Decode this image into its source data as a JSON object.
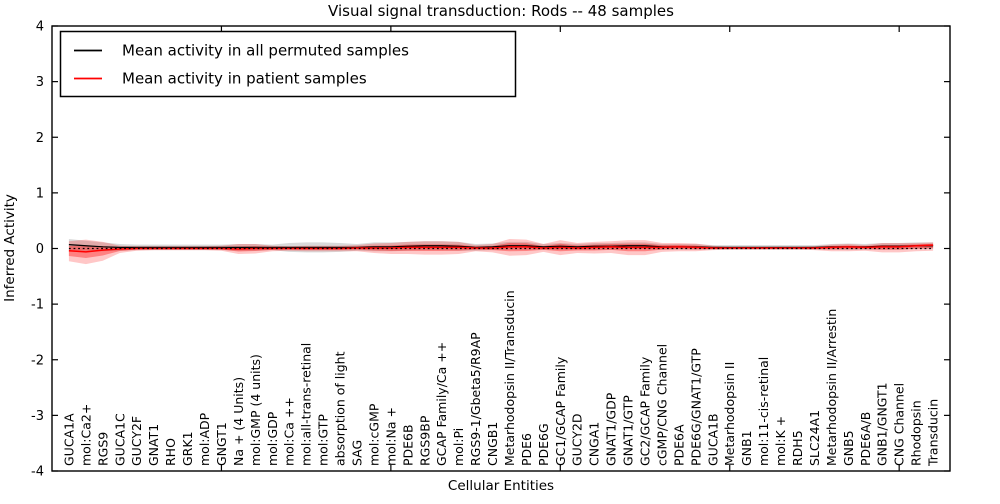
{
  "chart_data": {
    "type": "line",
    "title": "Visual signal transduction: Rods -- 48 samples",
    "xlabel": "Cellular Entities",
    "ylabel": "Inferred Activity",
    "ylim": [
      -4,
      4
    ],
    "yticks": [
      -4,
      -3,
      -2,
      -1,
      0,
      1,
      2,
      3,
      4
    ],
    "xlim": [
      0,
      53
    ],
    "xticks_unlabeled": [
      10,
      20,
      30,
      40,
      50
    ],
    "grid": false,
    "legend": {
      "position": "upper-left",
      "entries": [
        {
          "label": "Mean activity in all permuted samples",
          "color": "#000000"
        },
        {
          "label": "Mean activity in patient samples",
          "color": "#ff0000"
        }
      ]
    },
    "reference_line": {
      "y": 0,
      "style": "dotted",
      "color": "#000000"
    },
    "colors": {
      "permuted_line": "#000000",
      "patient_line": "#ff0000",
      "permuted_band": "rgba(128,128,128,0.30)",
      "patient_band_outer": "rgba(255,0,0,0.22)",
      "patient_band_inner": "rgba(255,0,0,0.35)"
    },
    "inner_band_scale": 0.5,
    "categories": [
      "GUCA1A",
      "mol:Ca2+",
      "RGS9",
      "GUCA1C",
      "GUCY2F",
      "GNAT1",
      "RHO",
      "GRK1",
      "mol:ADP",
      "GNGT1",
      "Na + (4 Units)",
      "mol:GMP (4 units)",
      "mol:GDP",
      "mol:Ca ++",
      "mol:all-trans-retinal",
      "mol:GTP",
      "absorption of light",
      "SAG",
      "mol:cGMP",
      "mol:Na +",
      "PDE6B",
      "RGS9BP",
      "GCAP Family/Ca ++",
      "mol:Pi",
      "RGS9-1/Gbeta5/R9AP",
      "CNGB1",
      "Metarhodopsin II/Transducin",
      "PDE6",
      "PDE6G",
      "GC1/GCAP Family",
      "GUCY2D",
      "CNGA1",
      "GNAT1/GDP",
      "GNAT1/GTP",
      "GC2/GCAP Family",
      "cGMP/CNG Channel",
      "PDE6A",
      "PDE6G/GNAT1/GTP",
      "GUCA1B",
      "Metarhodopsin II",
      "GNB1",
      "mol:11-cis-retinal",
      "mol:K +",
      "RDH5",
      "SLC24A1",
      "Metarhodopsin II/Arrestin",
      "GNB5",
      "PDE6A/B",
      "GNB1/GNGT1",
      "CNG Channel",
      "Rhodopsin",
      "Transducin"
    ],
    "series": [
      {
        "name": "Mean activity in all permuted samples",
        "color": "#000000",
        "values": [
          0.07,
          0.05,
          0.03,
          0.02,
          0.02,
          0.02,
          0.02,
          0.02,
          0.02,
          0.02,
          0.02,
          0.02,
          0.02,
          0.02,
          0.02,
          0.02,
          0.02,
          0.02,
          0.03,
          0.03,
          0.04,
          0.05,
          0.05,
          0.04,
          0.02,
          0.03,
          0.05,
          0.05,
          0.03,
          0.04,
          0.03,
          0.04,
          0.04,
          0.05,
          0.05,
          0.03,
          0.03,
          0.03,
          0.02,
          0.02,
          0.02,
          0.02,
          0.02,
          0.02,
          0.02,
          0.03,
          0.03,
          0.03,
          0.04,
          0.04,
          0.05,
          0.05
        ]
      },
      {
        "name": "Mean activity in patient samples",
        "color": "#ff0000",
        "values": [
          -0.04,
          -0.06,
          -0.03,
          -0.01,
          0.0,
          0.0,
          0.0,
          0.0,
          0.0,
          0.0,
          -0.01,
          0.0,
          0.0,
          0.0,
          0.0,
          0.0,
          0.0,
          0.01,
          0.01,
          0.01,
          0.02,
          0.02,
          0.02,
          0.02,
          0.01,
          0.01,
          0.03,
          0.03,
          0.01,
          0.02,
          0.01,
          0.02,
          0.03,
          0.02,
          0.02,
          0.02,
          0.03,
          0.02,
          0.01,
          0.01,
          0.01,
          0.01,
          0.01,
          0.01,
          0.01,
          0.02,
          0.03,
          0.02,
          0.03,
          0.03,
          0.05,
          0.06
        ]
      }
    ],
    "bands": [
      {
        "name": "permuted-range",
        "upper": [
          0.17,
          0.14,
          0.11,
          0.08,
          0.07,
          0.07,
          0.07,
          0.07,
          0.07,
          0.07,
          0.08,
          0.08,
          0.07,
          0.1,
          0.11,
          0.11,
          0.1,
          0.08,
          0.11,
          0.11,
          0.12,
          0.13,
          0.13,
          0.12,
          0.08,
          0.09,
          0.12,
          0.12,
          0.08,
          0.1,
          0.08,
          0.1,
          0.1,
          0.11,
          0.11,
          0.08,
          0.08,
          0.08,
          0.06,
          0.06,
          0.06,
          0.06,
          0.06,
          0.06,
          0.06,
          0.08,
          0.09,
          0.08,
          0.1,
          0.1,
          0.11,
          0.11
        ],
        "lower": [
          -0.03,
          -0.04,
          -0.05,
          -0.04,
          -0.03,
          -0.03,
          -0.03,
          -0.03,
          -0.03,
          -0.03,
          -0.04,
          -0.04,
          -0.03,
          -0.06,
          -0.07,
          -0.07,
          -0.06,
          -0.04,
          -0.05,
          -0.05,
          -0.04,
          -0.03,
          -0.03,
          -0.04,
          -0.04,
          -0.03,
          -0.02,
          -0.02,
          -0.02,
          -0.02,
          -0.02,
          -0.02,
          -0.02,
          -0.01,
          -0.01,
          -0.02,
          -0.02,
          -0.02,
          -0.02,
          -0.02,
          -0.02,
          -0.02,
          -0.02,
          -0.02,
          -0.02,
          -0.02,
          -0.03,
          -0.02,
          -0.02,
          -0.02,
          -0.01,
          -0.01
        ]
      },
      {
        "name": "patient-range",
        "upper": [
          0.13,
          0.16,
          0.12,
          0.05,
          0.04,
          0.04,
          0.04,
          0.04,
          0.04,
          0.05,
          0.08,
          0.08,
          0.05,
          0.04,
          0.05,
          0.05,
          0.05,
          0.06,
          0.09,
          0.1,
          0.12,
          0.13,
          0.13,
          0.12,
          0.06,
          0.08,
          0.17,
          0.16,
          0.08,
          0.15,
          0.1,
          0.12,
          0.13,
          0.15,
          0.15,
          0.1,
          0.1,
          0.09,
          0.05,
          0.03,
          0.03,
          0.03,
          0.03,
          0.03,
          0.04,
          0.07,
          0.08,
          0.06,
          0.1,
          0.1,
          0.1,
          0.11
        ],
        "lower": [
          -0.23,
          -0.28,
          -0.22,
          -0.08,
          -0.04,
          -0.03,
          -0.03,
          -0.03,
          -0.03,
          -0.04,
          -0.1,
          -0.09,
          -0.05,
          -0.04,
          -0.05,
          -0.05,
          -0.05,
          -0.05,
          -0.08,
          -0.1,
          -0.1,
          -0.11,
          -0.11,
          -0.1,
          -0.05,
          -0.07,
          -0.13,
          -0.12,
          -0.06,
          -0.12,
          -0.08,
          -0.09,
          -0.08,
          -0.12,
          -0.12,
          -0.06,
          -0.05,
          -0.05,
          -0.03,
          -0.02,
          -0.02,
          -0.02,
          -0.02,
          -0.02,
          -0.03,
          -0.05,
          -0.05,
          -0.04,
          -0.07,
          -0.07,
          -0.05,
          -0.04
        ]
      }
    ]
  }
}
